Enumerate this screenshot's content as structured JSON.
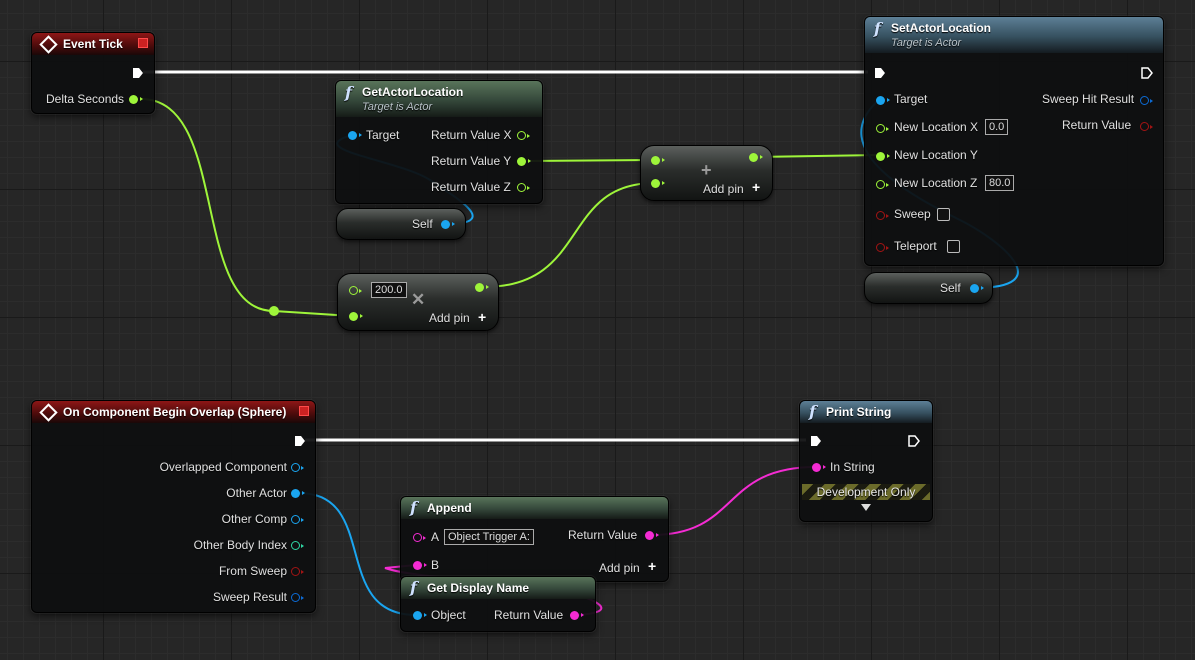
{
  "colors": {
    "float": "#9ef53a",
    "object": "#1aa5f0",
    "string": "#f42bd3",
    "bool": "#a11414",
    "struct": "#0c6bd5",
    "component": "#1aa5f0",
    "int": "#2fd6a4",
    "exec": "#ffffff"
  },
  "event_tick": {
    "title": "Event Tick",
    "delta_seconds": "Delta Seconds"
  },
  "get_actor_location": {
    "title": "GetActorLocation",
    "subtitle": "Target is Actor",
    "target": "Target",
    "return_x": "Return Value X",
    "return_y": "Return Value Y",
    "return_z": "Return Value Z"
  },
  "self_label_1": "Self",
  "self_label_2": "Self",
  "add_vector": {
    "add_pin": "Add pin"
  },
  "multiply": {
    "value": "200.0",
    "add_pin": "Add pin"
  },
  "set_actor_location": {
    "title": "SetActorLocation",
    "subtitle": "Target is Actor",
    "target": "Target",
    "new_x": "New Location X",
    "new_x_value": "0.0",
    "new_y": "New Location Y",
    "new_z": "New Location Z",
    "new_z_value": "80.0",
    "sweep": "Sweep",
    "teleport": "Teleport",
    "sweep_hit": "Sweep Hit Result",
    "return_value": "Return Value"
  },
  "overlap_event": {
    "title": "On Component Begin Overlap (Sphere)",
    "overlapped_component": "Overlapped Component",
    "other_actor": "Other Actor",
    "other_comp": "Other Comp",
    "other_body_index": "Other Body Index",
    "from_sweep": "From Sweep",
    "sweep_result": "Sweep Result"
  },
  "print_string": {
    "title": "Print String",
    "in_string": "In String",
    "dev_only": "Development Only"
  },
  "append": {
    "title": "Append",
    "a": "A",
    "a_value": "Object Trigger A:",
    "b": "B",
    "return_value": "Return Value",
    "add_pin": "Add pin"
  },
  "get_display_name": {
    "title": "Get Display Name",
    "object": "Object",
    "return_value": "Return Value"
  }
}
